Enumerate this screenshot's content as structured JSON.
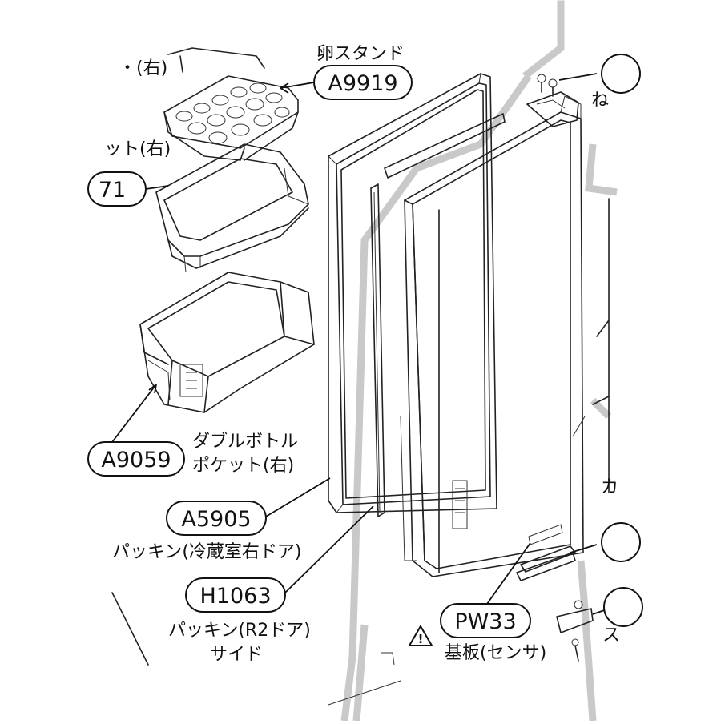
{
  "parts": [
    {
      "code": "A9919",
      "name": "卵スタンド"
    },
    {
      "code": "A9059",
      "name_lines": [
        "ダブルボトル",
        "ポケット(右)"
      ]
    },
    {
      "code": "A5905",
      "name": "パッキン(冷蔵室右ドア)"
    },
    {
      "code": "H1063",
      "name_lines": [
        "パッキン(R2ドア)",
        "サイド"
      ]
    },
    {
      "code": "PW33",
      "name": "基板(センサ)"
    }
  ],
  "cropped_labels": {
    "top_left_pocket": "ット(右)",
    "top_left_paren": "・(右)",
    "partial_code_left": "71",
    "right_ne": "ね",
    "right_ka": "カ",
    "right_su": "ス"
  },
  "colors": {
    "line": "#222222",
    "cutline": "#c9c9c9",
    "background": "#ffffff"
  },
  "icons": [
    "warning-triangle-icon"
  ]
}
